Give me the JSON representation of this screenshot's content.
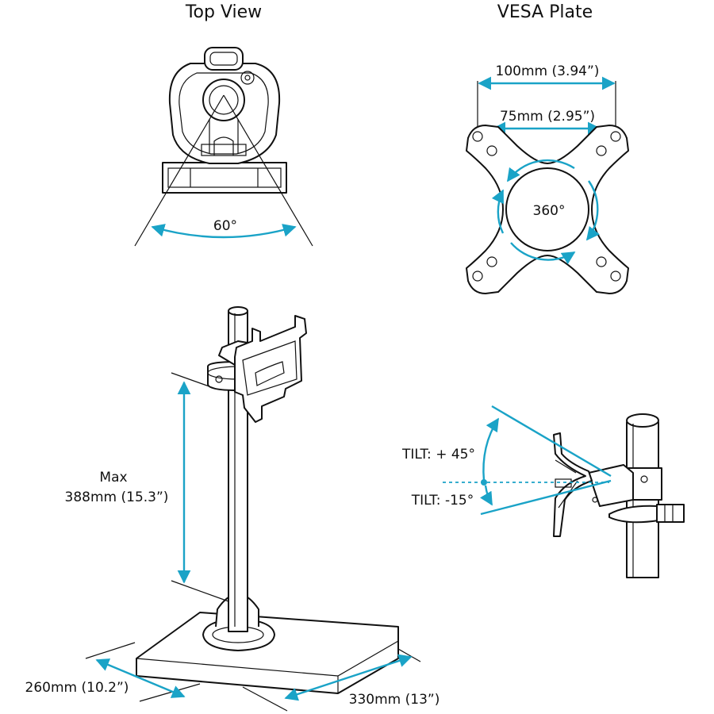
{
  "colors": {
    "accent": "#1aa3c7",
    "line": "#111111",
    "background": "#ffffff"
  },
  "top_view": {
    "title": "Top View",
    "angle_label": "60°"
  },
  "vesa_plate": {
    "title": "VESA Plate",
    "outer_label": "100mm (3.94”)",
    "inner_label": "75mm (2.95”)",
    "rotation_label": "360°"
  },
  "stand": {
    "height_label_1": "Max",
    "height_label_2": "388mm (15.3”)",
    "depth_label": "260mm (10.2”)",
    "width_label": "330mm (13”)"
  },
  "tilt": {
    "up_label": "TILT: + 45°",
    "down_label": "TILT: -15°"
  }
}
